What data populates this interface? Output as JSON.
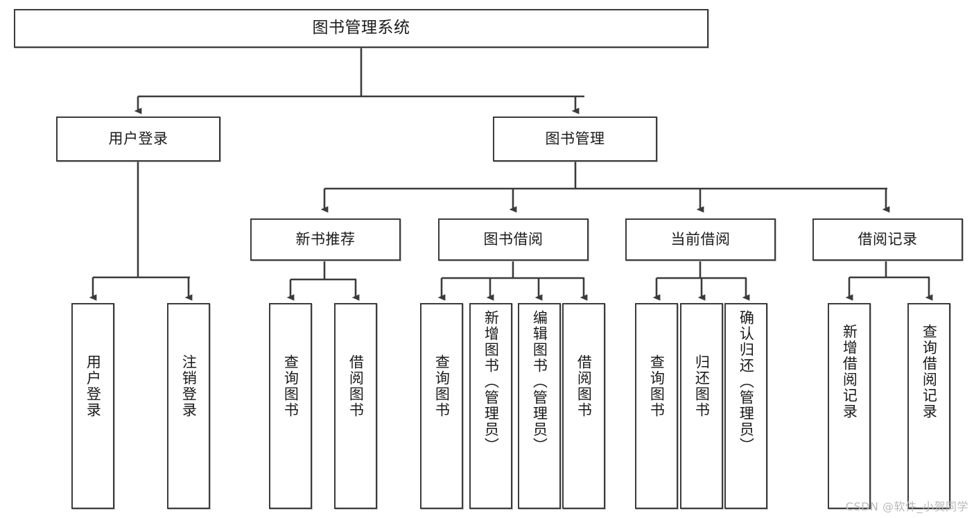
{
  "diagram": {
    "title_node": {
      "label": "图书管理系统"
    },
    "level2": [
      {
        "id": "user-login",
        "label": "用户登录"
      },
      {
        "id": "book-manage",
        "label": "图书管理"
      }
    ],
    "level3": [
      {
        "id": "new-book-recommend",
        "label": "新书推荐"
      },
      {
        "id": "book-borrow",
        "label": "图书借阅"
      },
      {
        "id": "current-borrow",
        "label": "当前借阅"
      },
      {
        "id": "borrow-record",
        "label": "借阅记录"
      }
    ],
    "leaves": [
      {
        "id": "leaf-user-login",
        "label": "用户登录",
        "parent": "user-login"
      },
      {
        "id": "leaf-logout-login",
        "label": "注销登录",
        "parent": "user-login"
      },
      {
        "id": "leaf-query-book-1",
        "label": "查询图书",
        "parent": "new-book-recommend"
      },
      {
        "id": "leaf-borrow-book-1",
        "label": "借阅图书",
        "parent": "new-book-recommend"
      },
      {
        "id": "leaf-query-book-2",
        "label": "查询图书",
        "parent": "book-borrow"
      },
      {
        "id": "leaf-add-book",
        "label": "新增图书（管理员）",
        "parent": "book-borrow"
      },
      {
        "id": "leaf-edit-book",
        "label": "编辑图书（管理员）",
        "parent": "book-borrow"
      },
      {
        "id": "leaf-borrow-book-2",
        "label": "借阅图书",
        "parent": "book-borrow"
      },
      {
        "id": "leaf-query-book-3",
        "label": "查询图书",
        "parent": "current-borrow"
      },
      {
        "id": "leaf-return-book",
        "label": "归还图书",
        "parent": "current-borrow"
      },
      {
        "id": "leaf-confirm-return",
        "label": "确认归还（管理员）",
        "parent": "current-borrow"
      },
      {
        "id": "leaf-add-record",
        "label": "新增借阅记录",
        "parent": "borrow-record"
      },
      {
        "id": "leaf-query-record",
        "label": "查询借阅记录",
        "parent": "borrow-record"
      }
    ],
    "watermark": "CSDN @软件_小贺同学",
    "colors": {
      "stroke": "#3b3b3b",
      "fill": "#ffffff",
      "text": "#1a1a1a",
      "watermark": "#b9b9b9"
    }
  }
}
